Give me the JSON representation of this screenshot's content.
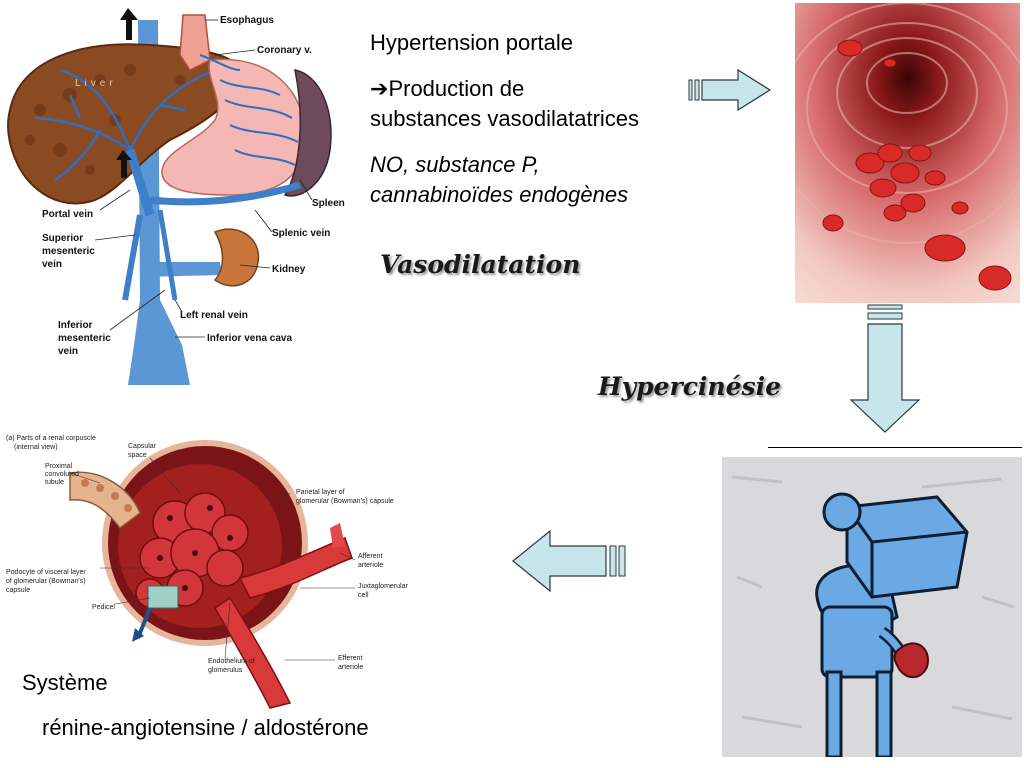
{
  "text": {
    "hypertension": "Hypertension portale",
    "arrow_glyph": "➔",
    "production_line1": "Production de",
    "production_line2": "substances vasodilatatrices",
    "substances_line1": "NO, substance P,",
    "substances_line2": "cannabinoïdes endogènes",
    "vasodilatation": "Vasodilatation",
    "hypercinesie": "Hypercinésie",
    "systeme": "Système",
    "renine": "rénine-angiotensine / aldostérone"
  },
  "liver_figure": {
    "labels": {
      "esophagus": "Esophagus",
      "coronary": "Coronary v.",
      "liver": "Liver",
      "spleen": "Spleen",
      "portal_vein": "Portal vein",
      "superior_1": "Superior",
      "superior_2": "mesenteric",
      "superior_3": "vein",
      "splenic_vein": "Splenic vein",
      "kidney": "Kidney",
      "left_renal": "Left renal vein",
      "inferior_1": "Inferior",
      "inferior_2": "mesenteric",
      "inferior_3": "vein",
      "ivc": "Inferior vena cava"
    }
  },
  "renal_figure": {
    "labels": {
      "title1": "(a) Parts of  a renal corpuscle",
      "title2": "(internal view)",
      "proximal1": "Proximal",
      "proximal2": "convoluted",
      "proximal3": "tubule",
      "capsular1": "Capsular",
      "capsular2": "space",
      "parietal1": "Parietal layer of",
      "parietal2": "glomerular (Bowman's) capsule",
      "afferent1": "Afferent",
      "afferent2": "arteriole",
      "juxta1": "Juxtaglomerular",
      "juxta2": "cell",
      "podocyte1": "Podocyte of visceral layer",
      "podocyte2": "of glomerular (Bowman's)",
      "podocyte3": "capsule",
      "pedicel": "Pedicel",
      "endo1": "Endothelium of",
      "endo2": "glomerulus",
      "efferent1": "Efferent",
      "efferent2": "arteriole"
    }
  },
  "colors": {
    "arrow_fill": "#c6e6ea",
    "arrow_stroke": "#2b3a3d",
    "vein_blue": "#4f8fd0",
    "liver_brown": "#8a4a22",
    "blood_red": "#c8282a"
  }
}
